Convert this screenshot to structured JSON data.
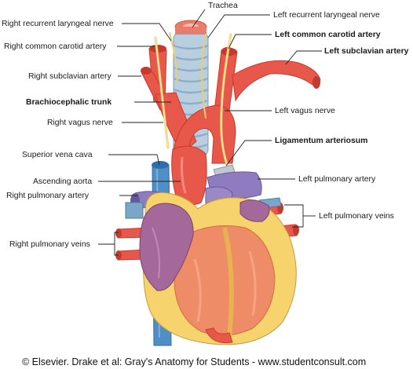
{
  "diagram": {
    "labels": {
      "trachea": "Trachea",
      "right_recurrent_laryngeal_nerve": "Right recurrent laryngeal nerve",
      "left_recurrent_laryngeal_nerve": "Left recurrent laryngeal nerve",
      "right_common_carotid_artery": "Right common carotid artery",
      "left_common_carotid_artery": "Left common carotid artery",
      "left_subclavian_artery": "Left subclavian artery",
      "right_subclavian_artery": "Right subclavian artery",
      "brachiocephalic_trunk": "Brachiocephalic trunk",
      "left_vagus_nerve": "Left vagus nerve",
      "right_vagus_nerve": "Right vagus nerve",
      "ligamentum_arteriosum": "Ligamentum arteriosum",
      "superior_vena_cava": "Superior vena cava",
      "ascending_aorta": "Ascending aorta",
      "left_pulmonary_artery": "Left pulmonary artery",
      "right_pulmonary_artery": "Right pulmonary artery",
      "left_pulmonary_veins": "Left pulmonary veins",
      "right_pulmonary_veins": "Right pulmonary veins"
    },
    "credit": "© Elsevier. Drake et al: Gray's Anatomy for Students - www.studentconsult.com",
    "colors": {
      "artery": "#e8584a",
      "artery_dark": "#c63a2e",
      "vein": "#4f8fc6",
      "vein_dark": "#2f6ea8",
      "pulmonary_artery": "#8f7bbf",
      "atrium": "#a4689a",
      "heart_muscle": "#ee8c67",
      "fat": "#f6d36c",
      "trachea": "#b9cfe0",
      "nerve": "#f1dd93"
    }
  }
}
